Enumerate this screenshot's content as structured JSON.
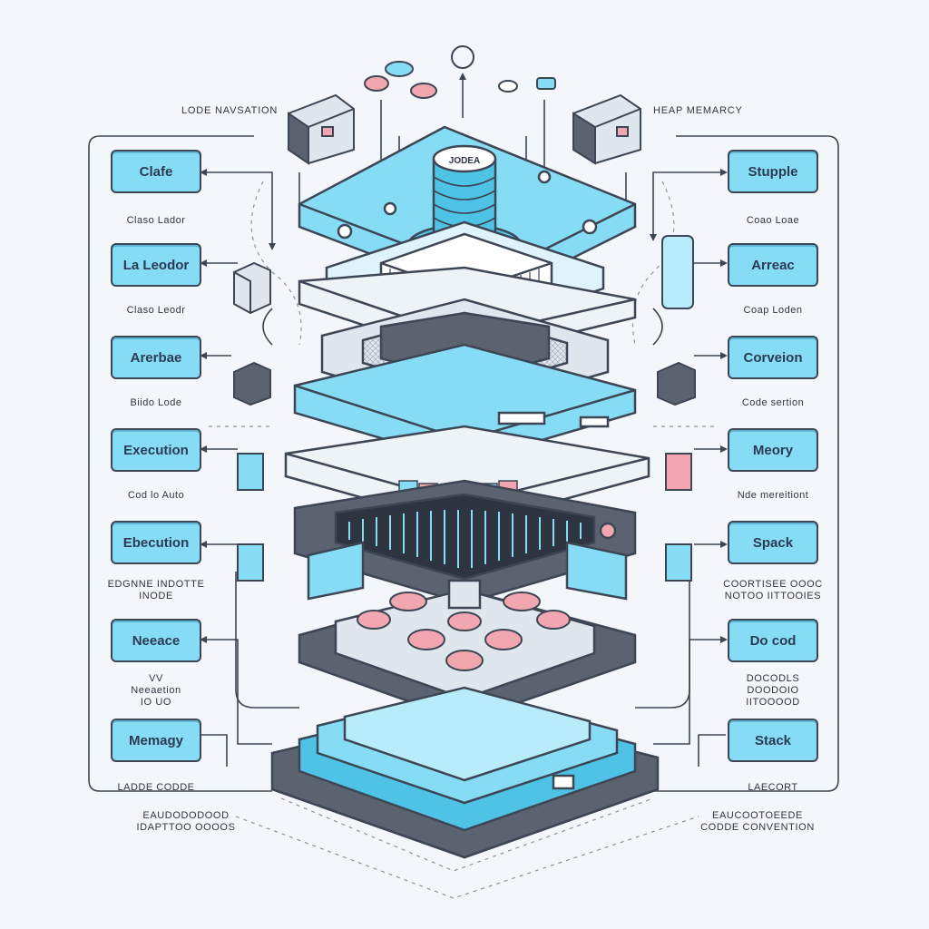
{
  "top_labels": {
    "left": "LODE NAVSATION",
    "right": "HEAP MEMARCY"
  },
  "center_label": "JODEA",
  "left_column": [
    {
      "label": "Clafe",
      "caption": "Claso Lador"
    },
    {
      "label": "La Leodor",
      "caption": "Claso Leodr"
    },
    {
      "label": "Arerbae",
      "caption": "Biido Lode"
    },
    {
      "label": "Execution",
      "caption": "Cod  lo Auto"
    },
    {
      "label": "Ebecution",
      "caption_lines": [
        "EDGNNE INDOTTE",
        "INODE"
      ]
    },
    {
      "label": "Neeace",
      "caption_lines": [
        "VV",
        "Neeaetion",
        "IO UO"
      ]
    },
    {
      "label": "Memagy",
      "caption": "LADDE CODDE"
    }
  ],
  "right_column": [
    {
      "label": "Stupple",
      "caption": "Coao Loae"
    },
    {
      "label": "Arreac",
      "caption": "Coap Loden"
    },
    {
      "label": "Corveion",
      "caption": "Code sertion"
    },
    {
      "label": "Meory",
      "caption": "Nde mereitiont"
    },
    {
      "label": "Spack",
      "caption_lines": [
        "COORTISEE OOOC",
        "NOTOO IITTOOIES"
      ]
    },
    {
      "label": "Do cod",
      "caption_lines": [
        "DOCODLS",
        "DOODOIO",
        "IITOOOOD"
      ]
    },
    {
      "label": "Stack",
      "caption": "LAECORT"
    }
  ],
  "bottom_labels": {
    "left_lines": [
      "EAUDODODOOD",
      "IDAPTTOO OOOOS"
    ],
    "right_lines": [
      "EAUCOOTOEEDE",
      "CODDE CONVENTION"
    ]
  },
  "colors": {
    "accent": "#86dcf4",
    "accent_dark": "#4fc3e6",
    "outline": "#3d4654",
    "slab_dark": "#5b6270",
    "pink": "#f2a6b0",
    "background": "#f3f6fb"
  },
  "icons": [
    "server-rack-icon",
    "cylinder-icon",
    "chip-icon",
    "database-disk-icon"
  ]
}
